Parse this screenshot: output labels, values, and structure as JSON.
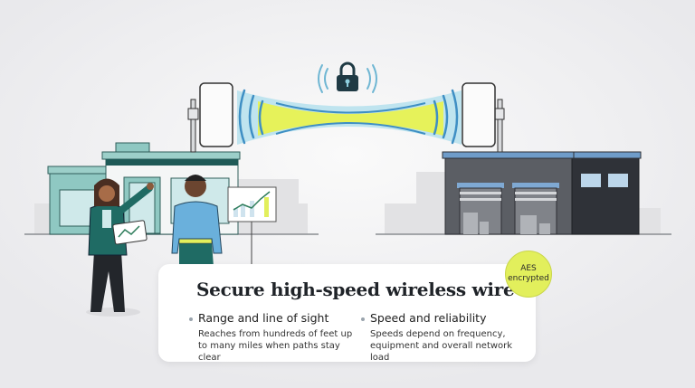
{
  "card": {
    "title": "Secure high-speed wireless wire",
    "features": [
      {
        "heading": "Range and line of sight",
        "description": "Reaches from hundreds of feet up to many miles when paths stay clear"
      },
      {
        "heading": "Speed and reliability",
        "description": "Speeds depend on frequency, equipment and overall network load"
      }
    ]
  },
  "badge": {
    "line1": "AES",
    "line2": "encrypted"
  },
  "icons": {
    "lock": "padlock-icon",
    "signal": "wireless-waves-icon"
  },
  "colors": {
    "teal": "#2d7f77",
    "beam": "#9fd6e6",
    "beam_core": "#e6f25a",
    "badge": "#e2ef5c",
    "warehouse": "#55585e",
    "roof_blue": "#6f9cc9"
  }
}
